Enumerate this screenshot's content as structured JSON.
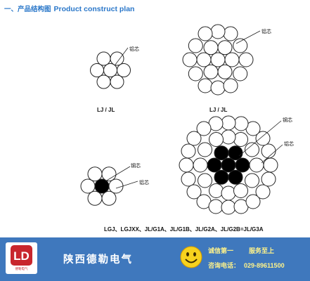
{
  "section_title": {
    "cn": "一、产品结构图",
    "en": "Product construct plan"
  },
  "labels": {
    "aluminum_core": "铝芯",
    "steel_core": "钢芯"
  },
  "captions": {
    "small_lj": "LJ / JL",
    "large_lj": "LJ / JL",
    "lgj": "LGJ、LGJXX、JL/G1A、JL/G1B、JL/G2A、JL/G2B=JL/G3A"
  },
  "footer": {
    "logo_text": "LD",
    "logo_subtext": "德勒电气",
    "company": "陕西德勒电气",
    "slogan_1": "诚信第一",
    "slogan_2": "服务至上",
    "phone_label": "咨询电话：",
    "phone_number": "029-89611500"
  },
  "colors": {
    "title_blue": "#2a77c9",
    "footer_blue": "#3f78bd",
    "footer_text": "#fff38a",
    "steel_fill": "#000000",
    "aluminum_fill": "#ffffff"
  }
}
